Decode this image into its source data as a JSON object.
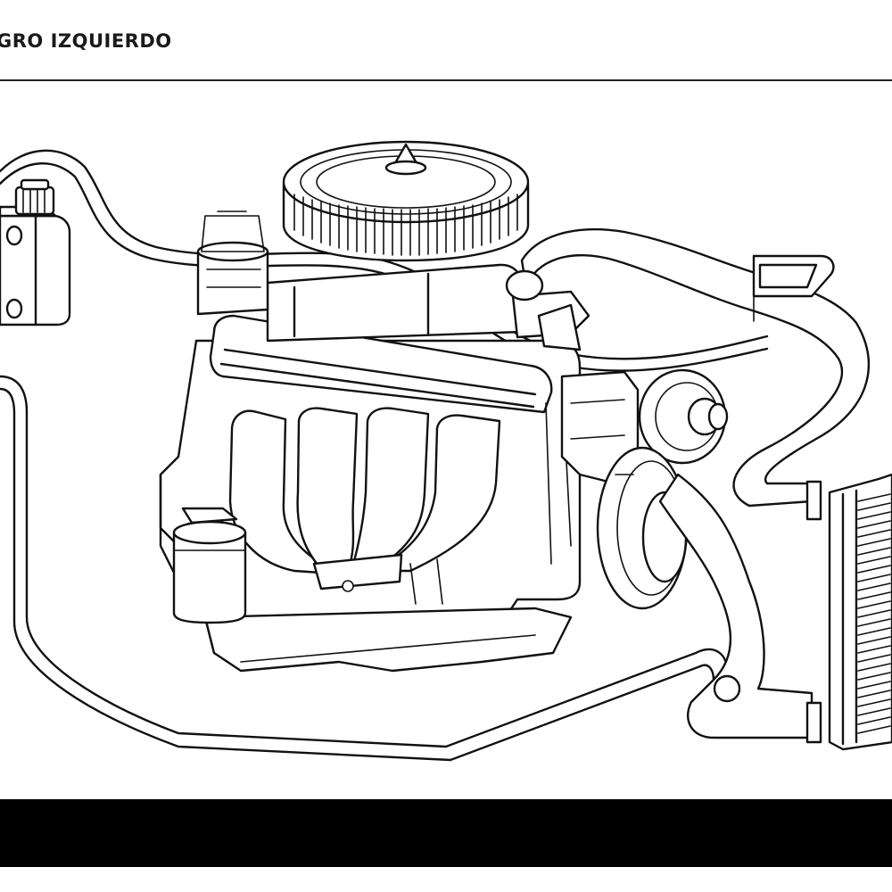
{
  "header": {
    "title": "GRO IZQUIERDO"
  },
  "colors": {
    "line": "#111111",
    "background": "#ffffff",
    "footer_bar": "#000000"
  },
  "diagram": {
    "subject": "engine-cooling-system-line-art",
    "components": [
      "expansion-tank",
      "air-cleaner",
      "engine-block",
      "exhaust-headers",
      "oil-filter",
      "water-pump-pulley",
      "crank-pulley",
      "radiator",
      "upper-radiator-hose",
      "lower-radiator-hose",
      "heater-return-line",
      "overflow-line"
    ]
  }
}
